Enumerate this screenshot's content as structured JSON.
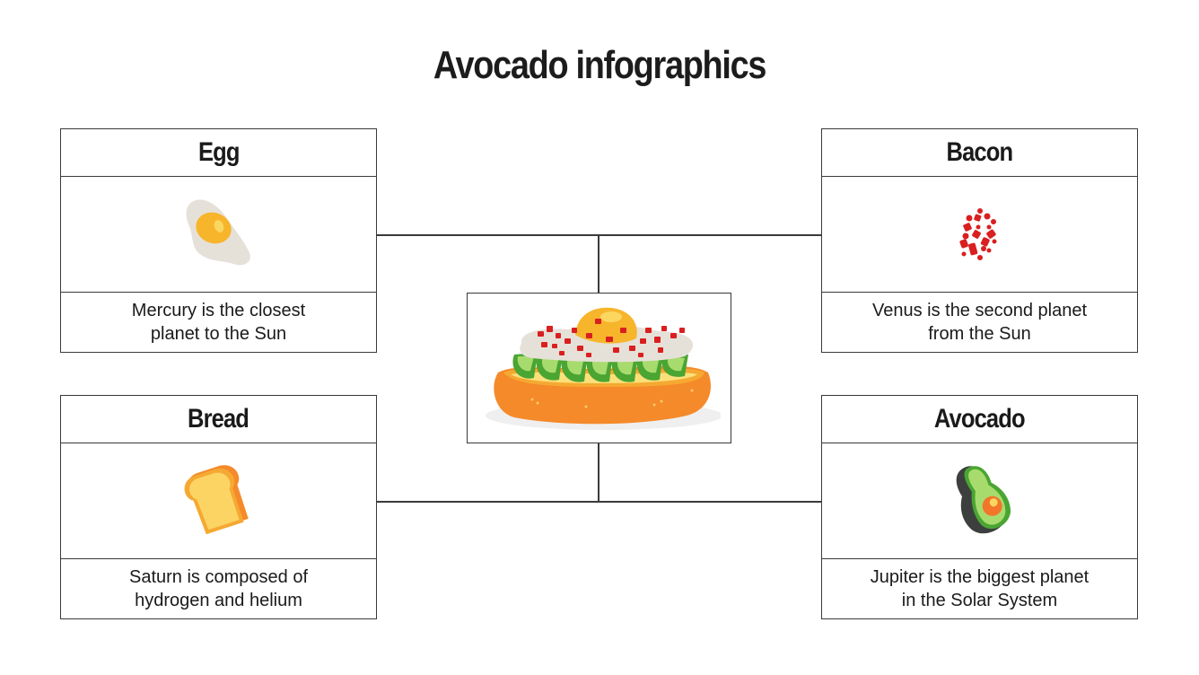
{
  "title": "Avocado infographics",
  "colors": {
    "line": "#3a3a3a",
    "egg_white": "#e6e1d8",
    "yolk": "#f7b52c",
    "yolk_highlight": "#fbd760",
    "bacon_red": "#d91f1f",
    "bread_crust": "#f58a2a",
    "bread_inner": "#fcd464",
    "avocado_skin": "#3d3f3f",
    "avocado_dark_green": "#4aa532",
    "avocado_light_green": "#a8db6e",
    "avocado_pit": "#f2762a"
  },
  "cards": [
    {
      "id": "egg",
      "title": "Egg",
      "icon": "fried-egg-icon",
      "text": "Mercury is the closest\nplanet to the Sun"
    },
    {
      "id": "bacon",
      "title": "Bacon",
      "icon": "bacon-bits-icon",
      "text": "Venus is the second planet\nfrom the Sun"
    },
    {
      "id": "bread",
      "title": "Bread",
      "icon": "bread-slice-icon",
      "text": "Saturn is composed of\nhydrogen and helium"
    },
    {
      "id": "avocado",
      "title": "Avocado",
      "icon": "avocado-icon",
      "text": "Jupiter is the biggest planet\nin the Solar System"
    }
  ],
  "center": {
    "icon": "avocado-toast-icon"
  }
}
